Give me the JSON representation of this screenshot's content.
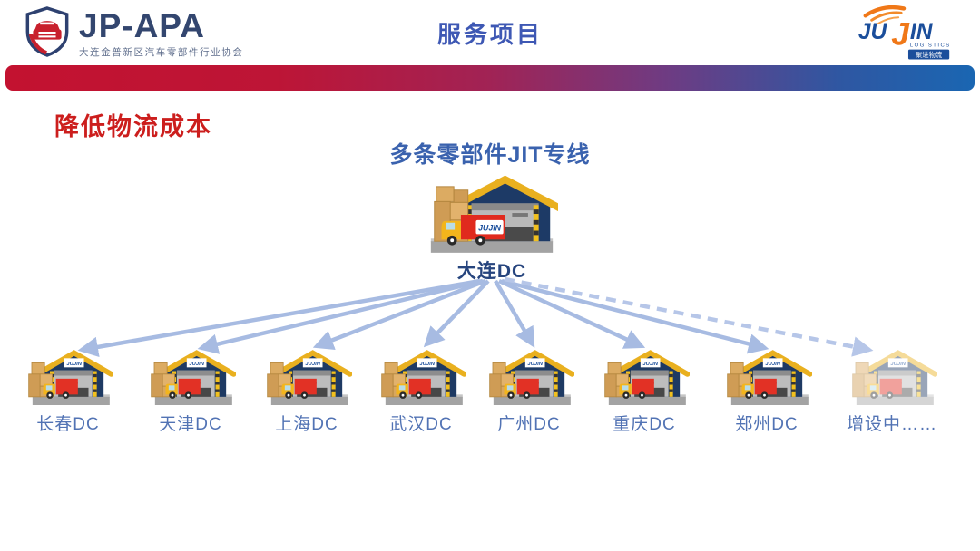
{
  "header": {
    "association": {
      "acronym": "JP-APA",
      "name": "大连金普新区汽车零部件行业协会"
    },
    "page_title": "服务项目",
    "jujin": {
      "wordmark_left": "JU",
      "middle": "J",
      "wordmark_right": "IN",
      "tagline": "LOGISTICS",
      "badge": "聚进物流"
    }
  },
  "main": {
    "section_title": "降低物流成本",
    "diagram_title": "多条零部件JIT专线",
    "hub": {
      "label": "大连DC"
    },
    "nodes": [
      {
        "label": "长春DC"
      },
      {
        "label": "天津DC"
      },
      {
        "label": "上海DC"
      },
      {
        "label": "武汉DC"
      },
      {
        "label": "广州DC"
      },
      {
        "label": "重庆DC"
      },
      {
        "label": "郑州DC"
      },
      {
        "label": "增设中……",
        "status": "faded"
      }
    ]
  },
  "icons": {
    "warehouse_sign_text": "JUJIN",
    "truck_logo_text": "JUJIN"
  },
  "colors": {
    "accent_red": "#cc1e1d",
    "title_blue": "#3e58b4",
    "diagram_blue": "#3a62ae",
    "hub_label_blue": "#27457e",
    "node_label_blue": "#5273b4",
    "arrow_blue": "#a7bbe2",
    "bar_gradient_left": "#c31230",
    "bar_gradient_right": "#1a66b2",
    "roof_yellow": "#e9b01f",
    "wall_navy": "#1e3a63",
    "truck_red": "#e02a1e"
  }
}
